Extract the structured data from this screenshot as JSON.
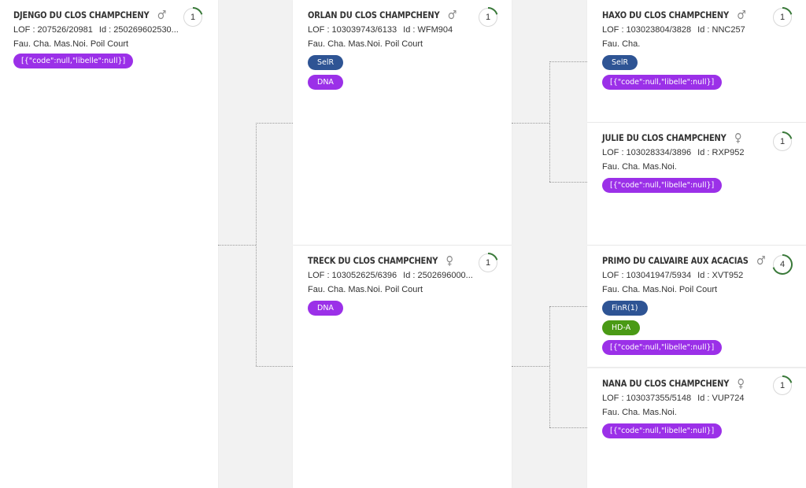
{
  "colors": {
    "background": "#f2f2f2",
    "card": "#ffffff",
    "badge_purple": "#9b30e8",
    "badge_blue": "#2e5494",
    "badge_green": "#4a9a15",
    "progress_arc": "#3a7a3a"
  },
  "icons": {
    "male": "♂",
    "female": "♀"
  },
  "subject": {
    "name": "DJENGO DU CLOS CHAMPCHENY",
    "sex_icon": "♂",
    "lof": "LOF : 207526/20981",
    "id": "Id : 250269602530...",
    "color": "Fau. Cha. Mas.Noi. Poil Court",
    "count": "1",
    "badges": [
      {
        "label": "[{\"code\":null,\"libelle\":null}]"
      }
    ]
  },
  "sire": {
    "name": "ORLAN DU CLOS CHAMPCHENY",
    "sex_icon": "♂",
    "lof": "LOF : 103039743/6133",
    "id": "Id : WFM904",
    "color": "Fau. Cha. Mas.Noi. Poil Court",
    "count": "1",
    "badges": [
      {
        "label": "SelR"
      },
      {
        "label": "DNA"
      }
    ]
  },
  "dam": {
    "name": "TRECK DU CLOS CHAMPCHENY",
    "sex_icon": "♀",
    "lof": "LOF : 103052625/6396",
    "id": "Id : 2502696000...",
    "color": "Fau. Cha. Mas.Noi. Poil Court",
    "count": "1",
    "badges": [
      {
        "label": "DNA"
      }
    ]
  },
  "grandsire_paternal": {
    "name": "HAXO DU CLOS CHAMPCHENY",
    "sex_icon": "♂",
    "lof": "LOF : 103023804/3828",
    "id": "Id : NNC257",
    "color": "Fau. Cha.",
    "count": "1",
    "badges": [
      {
        "label": "SelR"
      },
      {
        "label": "[{\"code\":null,\"libelle\":null}]"
      }
    ]
  },
  "granddam_paternal": {
    "name": "JULIE DU CLOS CHAMPCHENY",
    "sex_icon": "♀",
    "lof": "LOF : 103028334/3896",
    "id": "Id : RXP952",
    "color": "Fau. Cha. Mas.Noi.",
    "count": "1",
    "badges": [
      {
        "label": "[{\"code\":null,\"libelle\":null}]"
      }
    ]
  },
  "grandsire_maternal": {
    "name": "PRIMO DU CALVAIRE AUX ACACIAS",
    "sex_icon": "♂",
    "lof": "LOF : 103041947/5934",
    "id": "Id : XVT952",
    "color": "Fau. Cha. Mas.Noi. Poil Court",
    "count": "4",
    "badges": [
      {
        "label": "FinR(1)"
      },
      {
        "label": "HD-A"
      },
      {
        "label": "[{\"code\":null,\"libelle\":null}]"
      }
    ]
  },
  "granddam_maternal": {
    "name": "NANA DU CLOS CHAMPCHENY",
    "sex_icon": "♀",
    "lof": "LOF : 103037355/5148",
    "id": "Id : VUP724",
    "color": "Fau. Cha. Mas.Noi.",
    "count": "1",
    "badges": [
      {
        "label": "[{\"code\":null,\"libelle\":null}]"
      }
    ]
  }
}
